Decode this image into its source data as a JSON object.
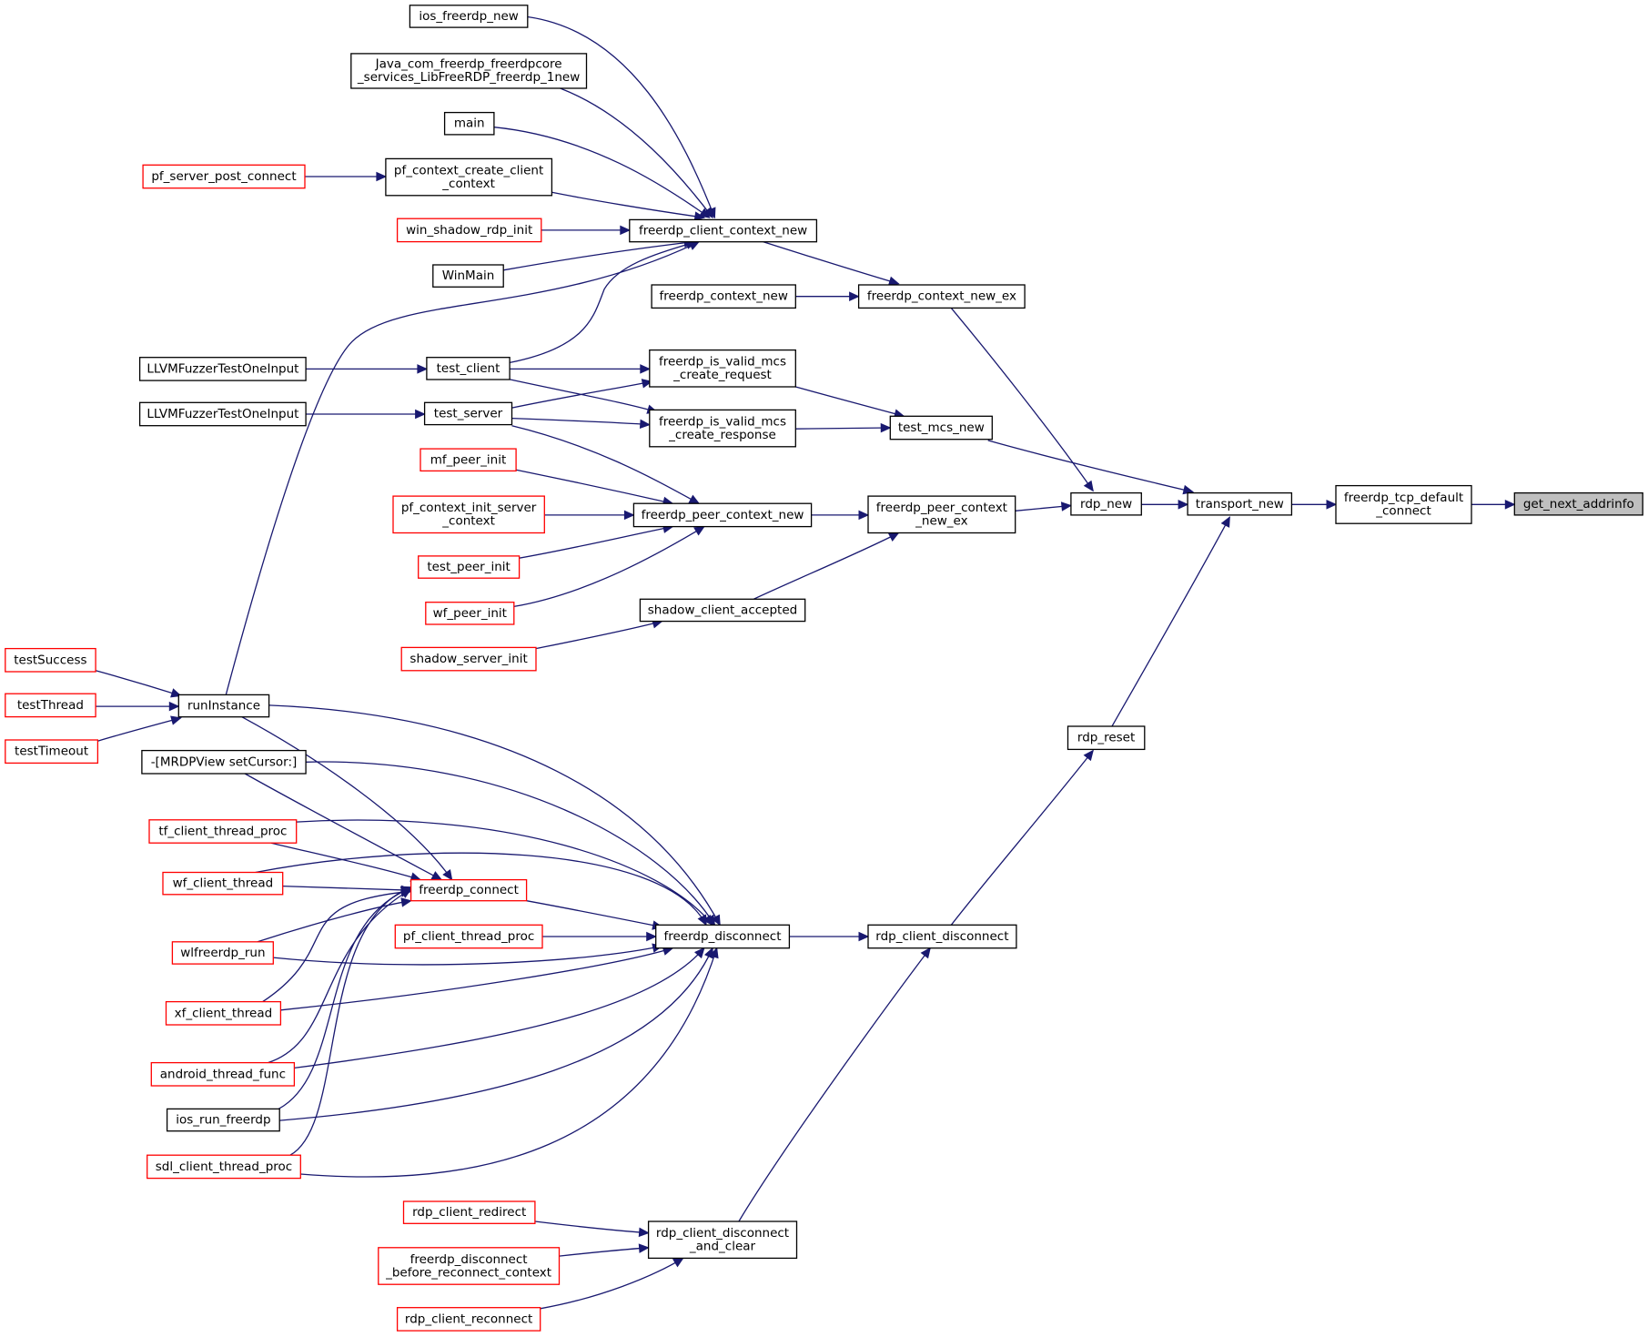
{
  "colors": {
    "edge": "#191970",
    "box_black": "#000000",
    "box_red": "#ff0000",
    "highlight_fill": "#bfbfbf",
    "background": "#ffffff"
  },
  "nodes": [
    {
      "id": "get_next_addrinfo",
      "lines": [
        "get_next_addrinfo"
      ],
      "style": "highlight"
    },
    {
      "id": "freerdp_tcp_default_connect",
      "lines": [
        "freerdp_tcp_default",
        "_connect"
      ],
      "style": "black"
    },
    {
      "id": "transport_new",
      "lines": [
        "transport_new"
      ],
      "style": "black"
    },
    {
      "id": "rdp_new",
      "lines": [
        "rdp_new"
      ],
      "style": "black"
    },
    {
      "id": "rdp_reset",
      "lines": [
        "rdp_reset"
      ],
      "style": "black"
    },
    {
      "id": "test_mcs_new",
      "lines": [
        "test_mcs_new"
      ],
      "style": "black"
    },
    {
      "id": "freerdp_context_new_ex",
      "lines": [
        "freerdp_context_new_ex"
      ],
      "style": "black"
    },
    {
      "id": "freerdp_peer_context_new_ex",
      "lines": [
        "freerdp_peer_context",
        "_new_ex"
      ],
      "style": "black"
    },
    {
      "id": "rdp_client_disconnect",
      "lines": [
        "rdp_client_disconnect"
      ],
      "style": "black"
    },
    {
      "id": "freerdp_client_context_new",
      "lines": [
        "freerdp_client_context_new"
      ],
      "style": "black"
    },
    {
      "id": "freerdp_context_new",
      "lines": [
        "freerdp_context_new"
      ],
      "style": "black"
    },
    {
      "id": "freerdp_is_valid_mcs_create_request",
      "lines": [
        "freerdp_is_valid_mcs",
        "_create_request"
      ],
      "style": "black"
    },
    {
      "id": "freerdp_is_valid_mcs_create_response",
      "lines": [
        "freerdp_is_valid_mcs",
        "_create_response"
      ],
      "style": "black"
    },
    {
      "id": "freerdp_peer_context_new",
      "lines": [
        "freerdp_peer_context_new"
      ],
      "style": "black"
    },
    {
      "id": "shadow_client_accepted",
      "lines": [
        "shadow_client_accepted"
      ],
      "style": "black"
    },
    {
      "id": "freerdp_disconnect",
      "lines": [
        "freerdp_disconnect"
      ],
      "style": "black"
    },
    {
      "id": "rdp_client_disconnect_and_clear",
      "lines": [
        "rdp_client_disconnect",
        "_and_clear"
      ],
      "style": "black"
    },
    {
      "id": "ios_freerdp_new",
      "lines": [
        "ios_freerdp_new"
      ],
      "style": "black"
    },
    {
      "id": "java_com_freerdp",
      "lines": [
        "Java_com_freerdp_freerdpcore",
        "_services_LibFreeRDP_freerdp_1new"
      ],
      "style": "black"
    },
    {
      "id": "main",
      "lines": [
        "main"
      ],
      "style": "black"
    },
    {
      "id": "pf_context_create_client_context",
      "lines": [
        "pf_context_create_client",
        "_context"
      ],
      "style": "black"
    },
    {
      "id": "win_shadow_rdp_init",
      "lines": [
        "win_shadow_rdp_init"
      ],
      "style": "red"
    },
    {
      "id": "WinMain",
      "lines": [
        "WinMain"
      ],
      "style": "black"
    },
    {
      "id": "test_client",
      "lines": [
        "test_client"
      ],
      "style": "black"
    },
    {
      "id": "test_server",
      "lines": [
        "test_server"
      ],
      "style": "black"
    },
    {
      "id": "mf_peer_init",
      "lines": [
        "mf_peer_init"
      ],
      "style": "red"
    },
    {
      "id": "pf_context_init_server_context",
      "lines": [
        "pf_context_init_server",
        "_context"
      ],
      "style": "red"
    },
    {
      "id": "test_peer_init",
      "lines": [
        "test_peer_init"
      ],
      "style": "red"
    },
    {
      "id": "wf_peer_init",
      "lines": [
        "wf_peer_init"
      ],
      "style": "red"
    },
    {
      "id": "shadow_server_init",
      "lines": [
        "shadow_server_init"
      ],
      "style": "red"
    },
    {
      "id": "runInstance",
      "lines": [
        "runInstance"
      ],
      "style": "black"
    },
    {
      "id": "mrdpview_setcursor",
      "lines": [
        "-[MRDPView setCursor:]"
      ],
      "style": "black"
    },
    {
      "id": "tf_client_thread_proc",
      "lines": [
        "tf_client_thread_proc"
      ],
      "style": "red"
    },
    {
      "id": "wf_client_thread",
      "lines": [
        "wf_client_thread"
      ],
      "style": "red"
    },
    {
      "id": "freerdp_connect",
      "lines": [
        "freerdp_connect"
      ],
      "style": "red"
    },
    {
      "id": "pf_client_thread_proc",
      "lines": [
        "pf_client_thread_proc"
      ],
      "style": "red"
    },
    {
      "id": "wlfreerdp_run",
      "lines": [
        "wlfreerdp_run"
      ],
      "style": "red"
    },
    {
      "id": "xf_client_thread",
      "lines": [
        "xf_client_thread"
      ],
      "style": "red"
    },
    {
      "id": "android_thread_func",
      "lines": [
        "android_thread_func"
      ],
      "style": "red"
    },
    {
      "id": "ios_run_freerdp",
      "lines": [
        "ios_run_freerdp"
      ],
      "style": "black"
    },
    {
      "id": "sdl_client_thread_proc",
      "lines": [
        "sdl_client_thread_proc"
      ],
      "style": "red"
    },
    {
      "id": "rdp_client_redirect",
      "lines": [
        "rdp_client_redirect"
      ],
      "style": "red"
    },
    {
      "id": "freerdp_disconnect_before_reconnect_context",
      "lines": [
        "freerdp_disconnect",
        "_before_reconnect_context"
      ],
      "style": "red"
    },
    {
      "id": "rdp_client_reconnect",
      "lines": [
        "rdp_client_reconnect"
      ],
      "style": "red"
    },
    {
      "id": "LLVMFuzzerTestOneInput_1",
      "lines": [
        "LLVMFuzzerTestOneInput"
      ],
      "style": "black"
    },
    {
      "id": "LLVMFuzzerTestOneInput_2",
      "lines": [
        "LLVMFuzzerTestOneInput"
      ],
      "style": "black"
    },
    {
      "id": "pf_server_post_connect",
      "lines": [
        "pf_server_post_connect"
      ],
      "style": "red"
    },
    {
      "id": "testSuccess",
      "lines": [
        "testSuccess"
      ],
      "style": "red"
    },
    {
      "id": "testThread",
      "lines": [
        "testThread"
      ],
      "style": "red"
    },
    {
      "id": "testTimeout",
      "lines": [
        "testTimeout"
      ],
      "style": "red"
    }
  ],
  "edges": [
    {
      "from": "freerdp_tcp_default_connect",
      "to": "get_next_addrinfo"
    },
    {
      "from": "transport_new",
      "to": "freerdp_tcp_default_connect"
    },
    {
      "from": "rdp_new",
      "to": "transport_new"
    },
    {
      "from": "test_mcs_new",
      "to": "transport_new"
    },
    {
      "from": "rdp_reset",
      "to": "transport_new"
    },
    {
      "from": "freerdp_context_new_ex",
      "to": "rdp_new"
    },
    {
      "from": "freerdp_peer_context_new_ex",
      "to": "rdp_new"
    },
    {
      "from": "freerdp_client_context_new",
      "to": "freerdp_context_new_ex"
    },
    {
      "from": "freerdp_context_new",
      "to": "freerdp_context_new_ex"
    },
    {
      "from": "freerdp_is_valid_mcs_create_request",
      "to": "test_mcs_new"
    },
    {
      "from": "freerdp_is_valid_mcs_create_response",
      "to": "test_mcs_new"
    },
    {
      "from": "freerdp_peer_context_new",
      "to": "freerdp_peer_context_new_ex"
    },
    {
      "from": "shadow_client_accepted",
      "to": "freerdp_peer_context_new_ex"
    },
    {
      "from": "rdp_client_disconnect",
      "to": "rdp_reset"
    },
    {
      "from": "freerdp_disconnect",
      "to": "rdp_client_disconnect"
    },
    {
      "from": "rdp_client_disconnect_and_clear",
      "to": "rdp_client_disconnect"
    },
    {
      "from": "ios_freerdp_new",
      "to": "freerdp_client_context_new"
    },
    {
      "from": "java_com_freerdp",
      "to": "freerdp_client_context_new"
    },
    {
      "from": "main",
      "to": "freerdp_client_context_new"
    },
    {
      "from": "pf_context_create_client_context",
      "to": "freerdp_client_context_new"
    },
    {
      "from": "win_shadow_rdp_init",
      "to": "freerdp_client_context_new"
    },
    {
      "from": "WinMain",
      "to": "freerdp_client_context_new"
    },
    {
      "from": "runInstance",
      "to": "freerdp_client_context_new"
    },
    {
      "from": "test_client",
      "to": "freerdp_client_context_new"
    },
    {
      "from": "pf_server_post_connect",
      "to": "pf_context_create_client_context"
    },
    {
      "from": "test_client",
      "to": "freerdp_is_valid_mcs_create_request"
    },
    {
      "from": "test_server",
      "to": "freerdp_is_valid_mcs_create_request"
    },
    {
      "from": "test_client",
      "to": "freerdp_is_valid_mcs_create_response"
    },
    {
      "from": "test_server",
      "to": "freerdp_is_valid_mcs_create_response"
    },
    {
      "from": "LLVMFuzzerTestOneInput_1",
      "to": "test_client"
    },
    {
      "from": "LLVMFuzzerTestOneInput_2",
      "to": "test_server"
    },
    {
      "from": "test_server",
      "to": "freerdp_peer_context_new"
    },
    {
      "from": "mf_peer_init",
      "to": "freerdp_peer_context_new"
    },
    {
      "from": "pf_context_init_server_context",
      "to": "freerdp_peer_context_new"
    },
    {
      "from": "test_peer_init",
      "to": "freerdp_peer_context_new"
    },
    {
      "from": "wf_peer_init",
      "to": "freerdp_peer_context_new"
    },
    {
      "from": "shadow_server_init",
      "to": "shadow_client_accepted"
    },
    {
      "from": "testSuccess",
      "to": "runInstance"
    },
    {
      "from": "testThread",
      "to": "runInstance"
    },
    {
      "from": "testTimeout",
      "to": "runInstance"
    },
    {
      "from": "runInstance",
      "to": "freerdp_disconnect"
    },
    {
      "from": "runInstance",
      "to": "freerdp_connect"
    },
    {
      "from": "mrdpview_setcursor",
      "to": "freerdp_disconnect"
    },
    {
      "from": "mrdpview_setcursor",
      "to": "freerdp_connect"
    },
    {
      "from": "tf_client_thread_proc",
      "to": "freerdp_disconnect"
    },
    {
      "from": "tf_client_thread_proc",
      "to": "freerdp_connect"
    },
    {
      "from": "wf_client_thread",
      "to": "freerdp_disconnect"
    },
    {
      "from": "wf_client_thread",
      "to": "freerdp_connect"
    },
    {
      "from": "freerdp_connect",
      "to": "freerdp_disconnect"
    },
    {
      "from": "pf_client_thread_proc",
      "to": "freerdp_disconnect"
    },
    {
      "from": "wlfreerdp_run",
      "to": "freerdp_disconnect"
    },
    {
      "from": "wlfreerdp_run",
      "to": "freerdp_connect"
    },
    {
      "from": "xf_client_thread",
      "to": "freerdp_disconnect"
    },
    {
      "from": "xf_client_thread",
      "to": "freerdp_connect"
    },
    {
      "from": "android_thread_func",
      "to": "freerdp_disconnect"
    },
    {
      "from": "android_thread_func",
      "to": "freerdp_connect"
    },
    {
      "from": "ios_run_freerdp",
      "to": "freerdp_disconnect"
    },
    {
      "from": "ios_run_freerdp",
      "to": "freerdp_connect"
    },
    {
      "from": "sdl_client_thread_proc",
      "to": "freerdp_disconnect"
    },
    {
      "from": "sdl_client_thread_proc",
      "to": "freerdp_connect"
    },
    {
      "from": "rdp_client_redirect",
      "to": "rdp_client_disconnect_and_clear"
    },
    {
      "from": "freerdp_disconnect_before_reconnect_context",
      "to": "rdp_client_disconnect_and_clear"
    },
    {
      "from": "rdp_client_reconnect",
      "to": "rdp_client_disconnect_and_clear"
    }
  ]
}
